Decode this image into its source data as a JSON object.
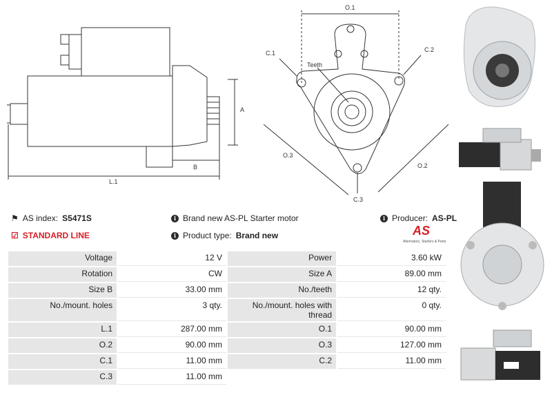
{
  "drawing": {
    "labels": {
      "A": "A",
      "B": "B",
      "L1": "L.1",
      "O1": "O.1",
      "O2": "O.2",
      "O3": "O.3",
      "C1": "C.1",
      "C2": "C.2",
      "C3": "C.3",
      "teeth": "Teeth"
    }
  },
  "info": {
    "as_index_label": "AS index:",
    "as_index_value": "S5471S",
    "description": "Brand new AS-PL Starter motor",
    "producer_label": "Producer:",
    "producer_value": "AS-PL",
    "standard_line": "STANDARD LINE",
    "product_type_label": "Product type:",
    "product_type_value": "Brand new",
    "logo_text": "AS",
    "logo_sub": "Alternators, Starters & Parts"
  },
  "specs": [
    [
      "Voltage",
      "12 V",
      "Power",
      "3.60 kW"
    ],
    [
      "Rotation",
      "CW",
      "Size A",
      "89.00 mm"
    ],
    [
      "Size B",
      "33.00 mm",
      "No./teeth",
      "12 qty."
    ],
    [
      "No./mount. holes",
      "3 qty.",
      "No./mount. holes with thread",
      "0 qty."
    ],
    [
      "L.1",
      "287.00 mm",
      "O.1",
      "90.00 mm"
    ],
    [
      "O.2",
      "90.00 mm",
      "O.3",
      "127.00 mm"
    ],
    [
      "C.1",
      "11.00 mm",
      "C.2",
      "11.00 mm"
    ],
    [
      "C.3",
      "11.00 mm",
      "",
      ""
    ]
  ],
  "colors": {
    "accent": "#d61f26",
    "label_bg": "#e6e6e6"
  }
}
